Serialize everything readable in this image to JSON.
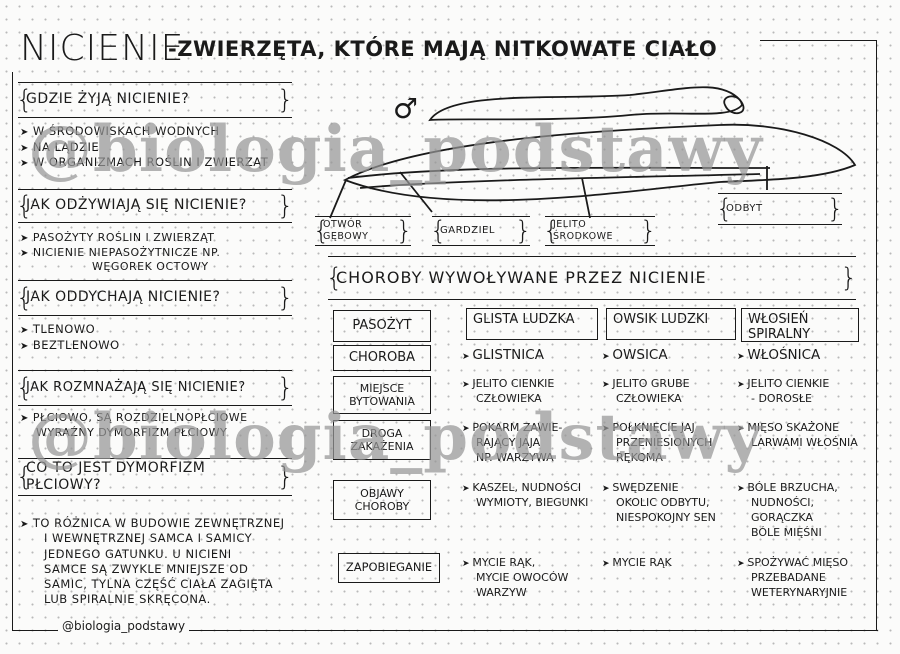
{
  "title": {
    "main": "NICIENIE",
    "sub": "-ZWIERZĘTA, KTÓRE MAJĄ NITKOWATE CIAŁO"
  },
  "sections": [
    {
      "question": "GDZIE ŻYJĄ NICIENIE?",
      "answers": [
        "W ŚRODOWISKACH WODNYCH",
        "NA LĄDZIE",
        "W ORGANIZMACH ROŚLIN I ZWIERZĄT"
      ]
    },
    {
      "question": "JAK ODŻYWIAJĄ SIĘ NICIENIE?",
      "answers": [
        "PASOŻYTY ROŚLIN I ZWIERZĄT",
        "NICIENIE NIEPASOŻYTNICZE np.",
        "WĘGOREK OCTOWY"
      ]
    },
    {
      "question": "JAK ODDYCHAJĄ NICIENIE?",
      "answers": [
        "TLENOWO",
        "BEZTLENOWO"
      ]
    },
    {
      "question": "JAK ROZMNAŻAJĄ SIĘ NICIENIE?",
      "answers": [
        "PŁCIOWO, SĄ ROZDZIELNOPŁCIOWE",
        "WYRAŹNY DYMORFIZM PŁCIOWY"
      ]
    },
    {
      "question": "CO TO JEST DYMORFIZM PŁCIOWY?",
      "answers": [
        "TO RÓŻNICA W BUDOWIE ZEWNĘTRZNEJ",
        "I WEWNĘTRZNEJ SAMCA I SAMICY",
        "JEDNEGO GATUNKU. U NICIENI",
        "SAMCE SĄ ZWYKLE MNIEJSZE OD",
        "SAMIC, TYLNA CZĘŚĆ CIAŁA ZAGIĘTA",
        "LUB SPIRALNIE SKRĘCONA."
      ]
    }
  ],
  "diagram": {
    "male_symbol": "♂",
    "labels": {
      "mouth": "OTWÓR GĘBOWY",
      "pharynx": "GARDZIEL",
      "midgut": "JELITO ŚRODKOWE",
      "anus": "ODBYT"
    }
  },
  "table": {
    "heading": "CHOROBY WYWOŁYWANE PRZEZ NICIENIE",
    "row_labels": [
      "PASOŻYT",
      "CHOROBA",
      "MIEJSCE BYTOWANIA",
      "DROGA ZAKAŻENIA",
      "OBJAWY CHOROBY",
      "ZAPOBIEGANIE"
    ],
    "columns": [
      {
        "parasite": "GLISTA LUDZKA",
        "disease": "GLISTNICA",
        "place": [
          "JELITO CIENKIE",
          "CZŁOWIEKA"
        ],
        "infection": [
          "POKARM ZAWIE-",
          "RAJĄCY JAJA",
          "np. WARZYWA"
        ],
        "symptoms": [
          "KASZEL, NUDNOŚCI",
          "WYMIOTY, BIEGUNKI"
        ],
        "prevention": [
          "MYCIE RĄK,",
          "MYCIE OWOCÓW",
          "WARZYW"
        ]
      },
      {
        "parasite": "OWSIK LUDZKI",
        "disease": "OWSICA",
        "place": [
          "JELITO GRUBE",
          "CZŁOWIEKA"
        ],
        "infection": [
          "POŁKNIĘCIE JAJ",
          "PRZENIESIONYCH",
          "RĘKOMA"
        ],
        "symptoms": [
          "SWĘDZENIE",
          "OKOLIC ODBYTU,",
          "NIESPOKOJNY SEN"
        ],
        "prevention": [
          "MYCIE RĄK"
        ]
      },
      {
        "parasite": "WŁOSIEŃ SPIRALNY",
        "disease": "WŁOŚNICA",
        "place": [
          "JELITO CIENKIE",
          "- DOROSŁE"
        ],
        "infection": [
          "MIĘSO SKAŻONE",
          "LARWAMI WŁOŚNIA"
        ],
        "symptoms": [
          "BÓLE BRZUCHA,",
          "NUDNOŚCI, GORĄCZKA",
          "BÓLE MIĘŚNI"
        ],
        "prevention": [
          "SPOŻYWAĆ MIĘSO",
          "PRZEBADANE",
          "WETERYNARYJNIE"
        ]
      }
    ]
  },
  "footer": "@biologia_podstawy",
  "watermark": "@biologia_podstawy"
}
